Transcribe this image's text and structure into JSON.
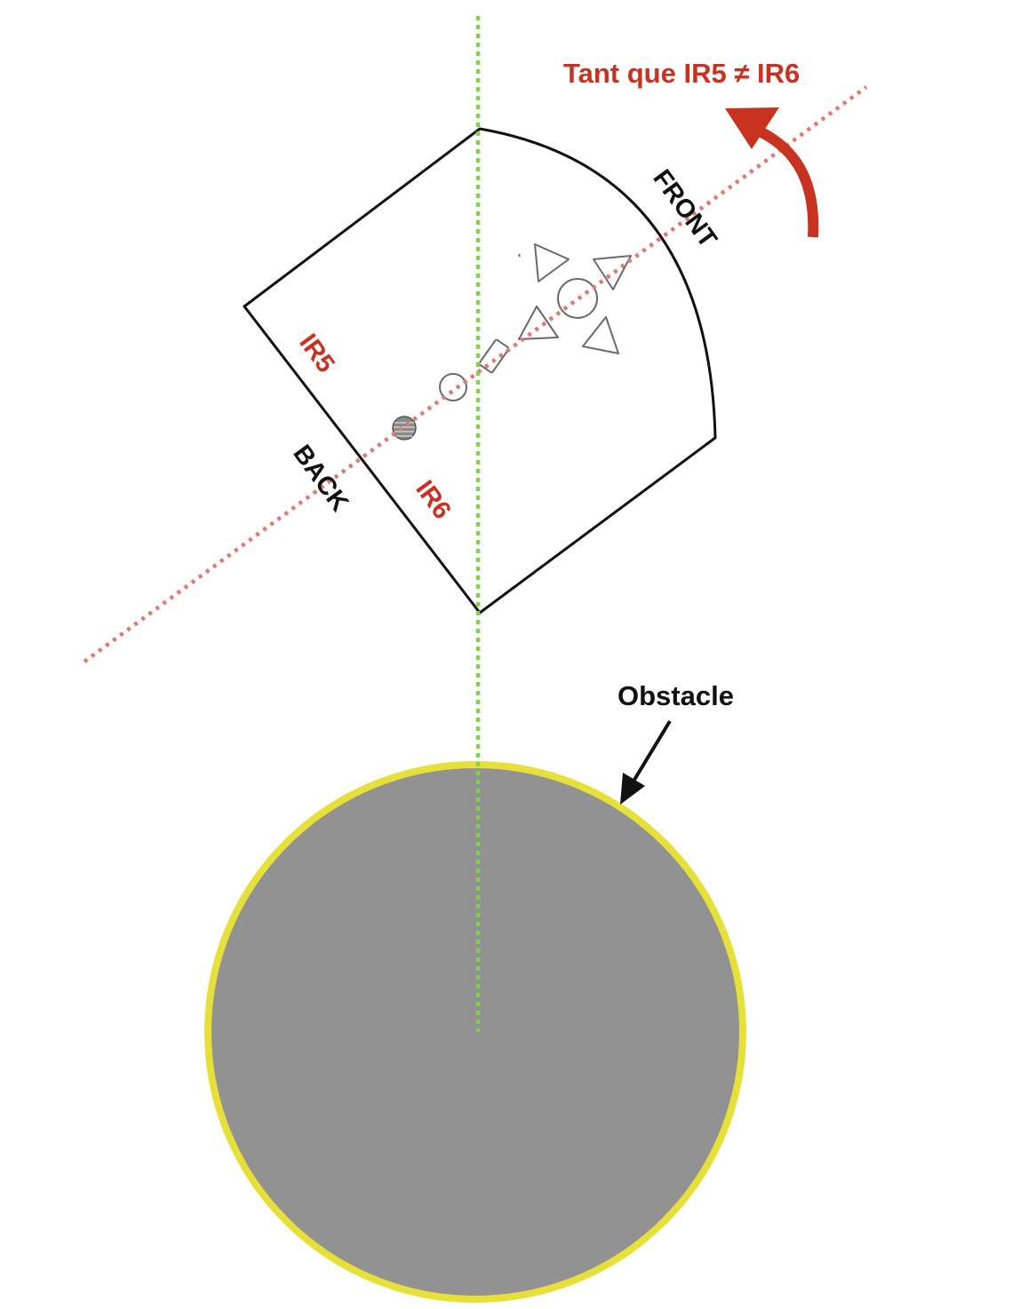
{
  "labels": {
    "condition": "Tant que IR5 ≠ IR6",
    "front": "FRONT",
    "back": "BACK",
    "ir5": "IR5",
    "ir6": "IR6",
    "obstacle": "Obstacle"
  },
  "colors": {
    "red_text": "#c8321f",
    "axis_dotted": "#e07a70",
    "vertical_dotted": "#7ed348",
    "obstacle_fill": "#929292",
    "obstacle_border": "#e8e03a",
    "outline": "#111111",
    "component": "#6a6a6a"
  }
}
